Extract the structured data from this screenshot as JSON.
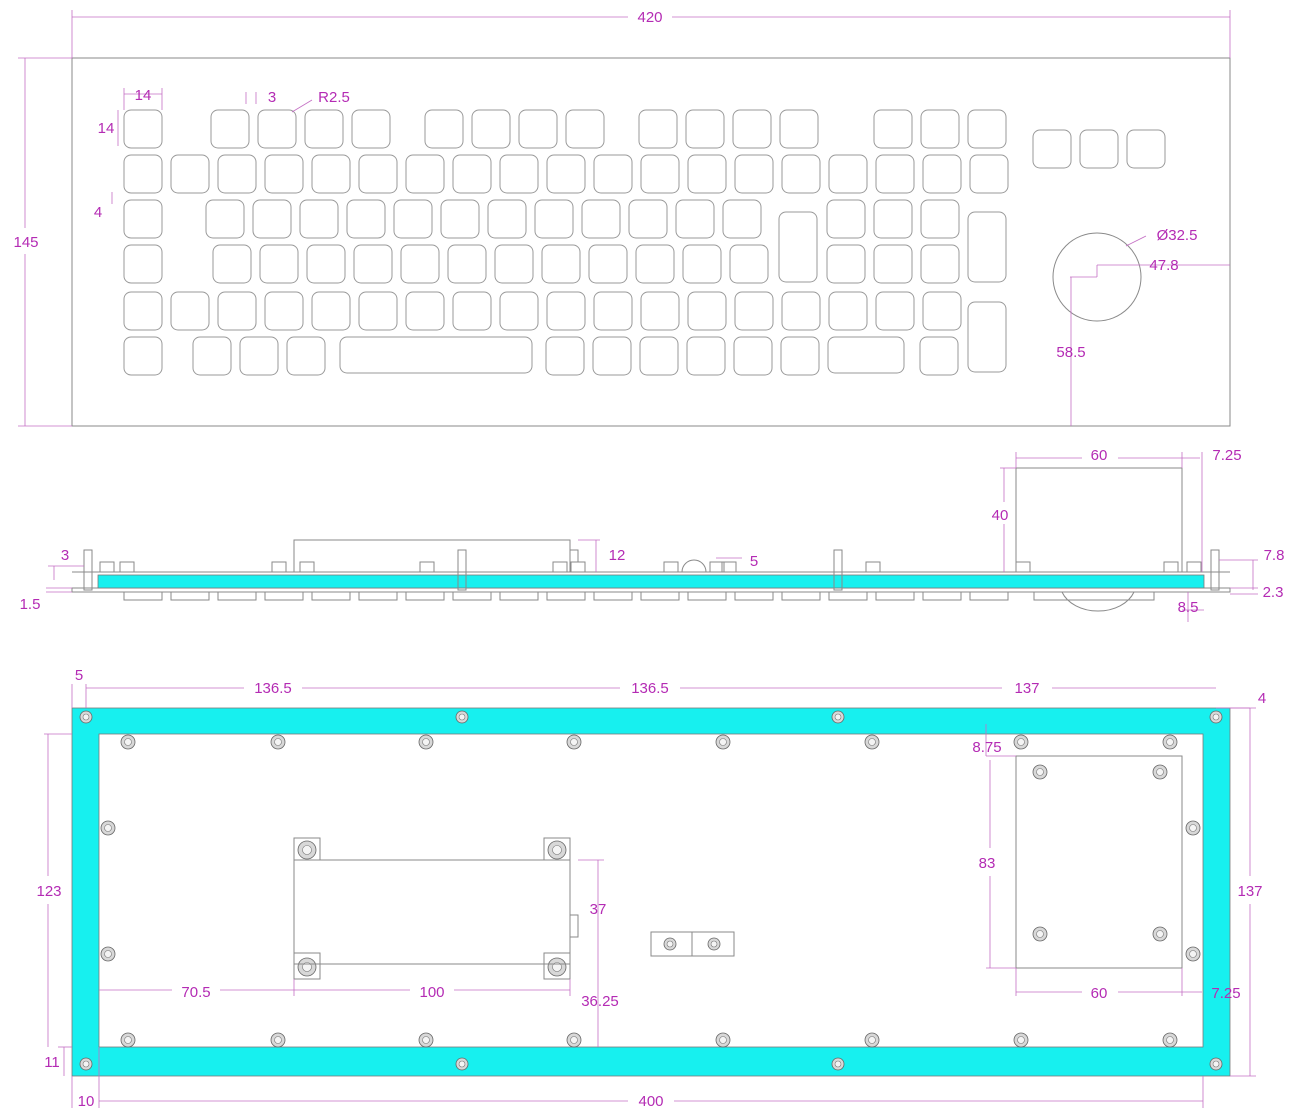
{
  "drawing": {
    "accent_color": "#17f0ef",
    "dimension_color": "#b42bb4",
    "outline_color": "#8a8a8a"
  },
  "top_view": {
    "width": "420",
    "height": "145",
    "key_size": "14",
    "key_size_v": "14",
    "key_gap": "3",
    "key_radius": "R2.5",
    "row_gap": "4",
    "trackball_diameter": "Ø32.5",
    "trackball_x": "47.8",
    "trackball_y": "58.5"
  },
  "side_view": {
    "module_width": "60",
    "module_offset": "7.25",
    "module_height": "40",
    "plate_height": "3",
    "component_height": "12",
    "clearance": "5",
    "overall_height": "7.8",
    "frame_thickness": "2.3",
    "base_thickness": "1.5",
    "edge_offset": "8.5"
  },
  "bottom_view": {
    "edge_left": "5",
    "pitch_1": "136.5",
    "pitch_2": "136.5",
    "pitch_3": "137",
    "edge_right": "4",
    "module_edge": "8.75",
    "height_inner": "123",
    "height_outer": "137",
    "module_height": "83",
    "board_height": "37",
    "board_offset_x": "70.5",
    "board_width": "100",
    "board_offset_y": "36.25",
    "module_width": "60",
    "module_offset": "7.25",
    "bottom_margin": "11",
    "left_margin": "10",
    "inner_width": "400"
  }
}
